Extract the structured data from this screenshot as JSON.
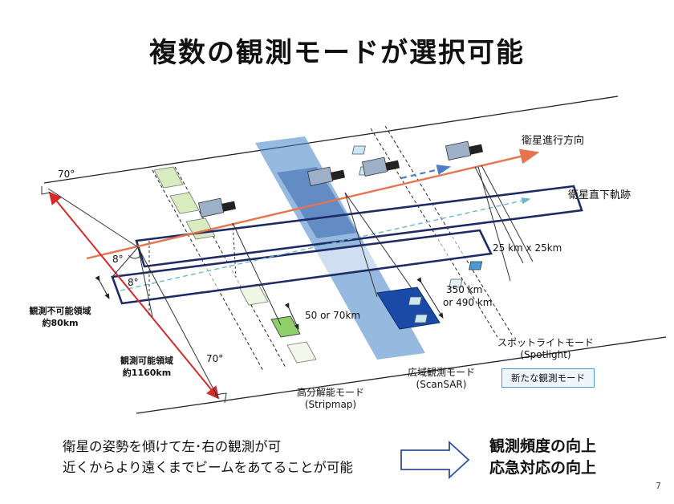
{
  "title": "複数の観測モードが選択可能",
  "labels": {
    "direction": "衛星進行方向",
    "ground_track": "衛星直下軌跡",
    "spot_size": "25 km x 25km",
    "scansar_width_1": "350 km",
    "scansar_width_2": "or 490 km",
    "strip_width": "50 or 70km",
    "angle_70": "70°",
    "angle_8": "8°",
    "unobservable_1": "観測不可能領域",
    "unobservable_2": "約80km",
    "observable_1": "観測可能領域",
    "observable_2": "約1160km",
    "spotlight_1": "スポットライトモード",
    "spotlight_2": "(Spotlight)",
    "new_mode": "新たな観測モード",
    "scansar_1": "広域観測モード",
    "scansar_2": "(ScanSAR)",
    "stripmap_1": "高分解能モード",
    "stripmap_2": "(Stripmap)"
  },
  "bottom": {
    "line1": "衛星の姿勢を傾けて左･右の観測が可",
    "line2": "近くからより遠くまでビームをあてることが可能",
    "result1": "観測頻度の向上",
    "result2": "応急対応の向上"
  },
  "page_number": "7",
  "colors": {
    "direction_arrow": "#e8734f",
    "ground_track": "#6ab8d0",
    "swath_border": "#1e2b66",
    "scansar_blue": "#3f7fc4",
    "strip_green": "#d8ecc0",
    "spot_cyan": "#c8e8f4",
    "observable_arrow": "#d42a2a"
  }
}
